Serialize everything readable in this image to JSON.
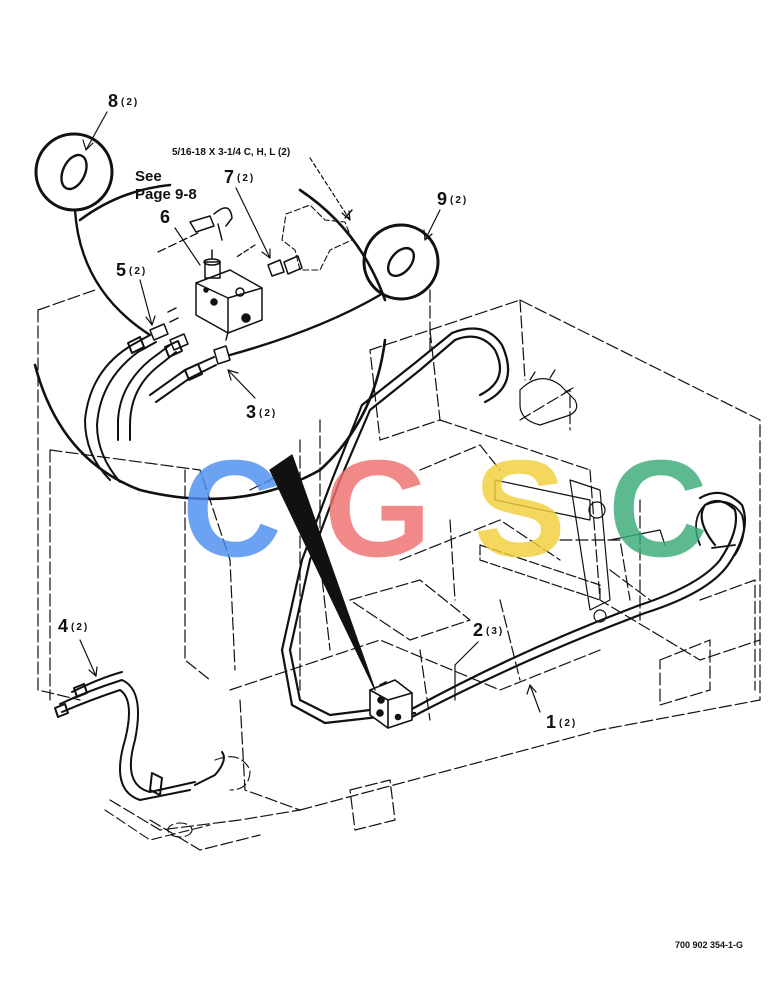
{
  "callouts": [
    {
      "num": "8",
      "qty": "(2)"
    },
    {
      "num": "7",
      "qty": "(2)"
    },
    {
      "num": "9",
      "qty": "(2)"
    },
    {
      "num": "6",
      "qty": ""
    },
    {
      "num": "5",
      "qty": "(2)"
    },
    {
      "num": "3",
      "qty": "(2)"
    },
    {
      "num": "4",
      "qty": "(2)"
    },
    {
      "num": "2",
      "qty": "(3)"
    },
    {
      "num": "1",
      "qty": "(2)"
    }
  ],
  "bolt_note": "5/16-18 X 3-1/4 C, H, L (2)",
  "see_page": [
    "See",
    "Page 9-8"
  ],
  "figure_id": "700 902 354-1-G",
  "watermark": {
    "letters": [
      "C",
      "G",
      "S",
      "C"
    ],
    "colors": [
      "#4d8ef0",
      "#f07070",
      "#f2cf3a",
      "#3aab78"
    ]
  },
  "colors": {
    "line": "#111111",
    "background": "#ffffff"
  }
}
